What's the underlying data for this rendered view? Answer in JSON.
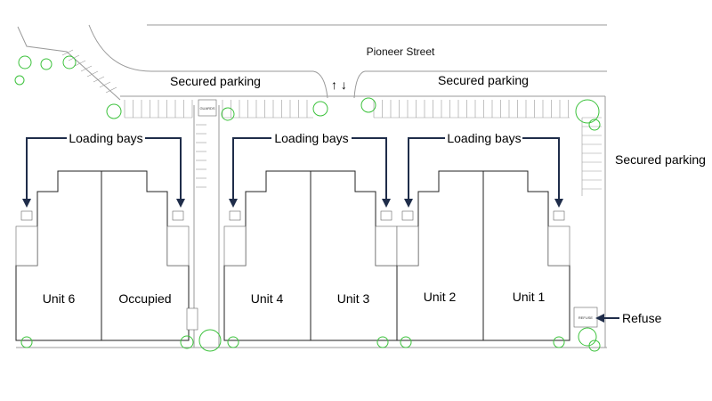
{
  "street": "Pioneer Street",
  "parking": {
    "left": "Secured parking",
    "center": "Secured parking",
    "right": "Secured parking"
  },
  "loading_bays_label": "Loading bays",
  "units": [
    "Unit 6",
    "Occupied",
    "Unit 4",
    "Unit 3",
    "Unit 2",
    "Unit 1"
  ],
  "refuse": {
    "label": "Refuse",
    "box_label": "REFUSE"
  },
  "guard_label": "GUARDS",
  "traffic_arrows": "↑ ↓",
  "colors": {
    "tree_outline": "#3cc23c",
    "loading_arrow": "#1f2d4a",
    "building_outline": "#222222",
    "site_lines": "#9a9a9a"
  }
}
